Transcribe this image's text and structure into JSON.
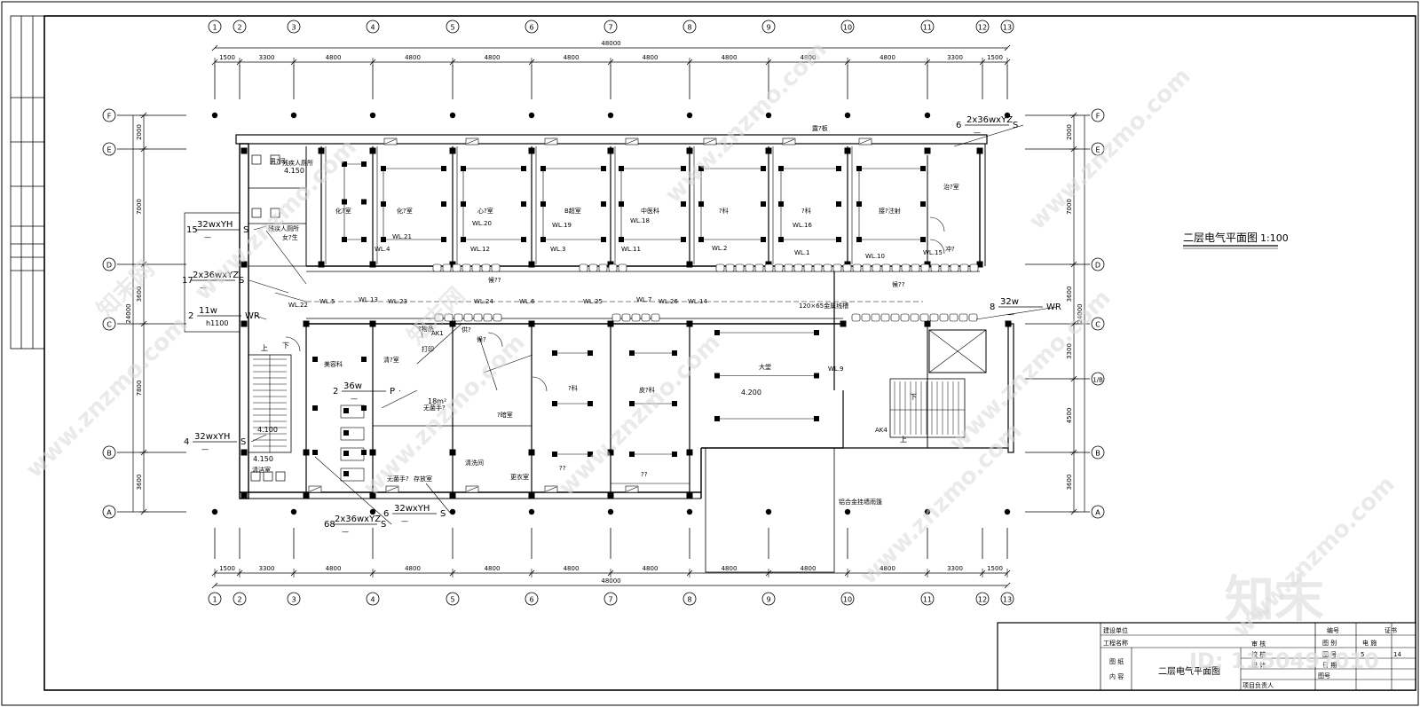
{
  "drawing": {
    "title": "二层电气平面图",
    "scale": "1:100",
    "total_dim": "48000"
  },
  "grid": {
    "columns": [
      "1",
      "2",
      "3",
      "4",
      "5",
      "6",
      "7",
      "8",
      "9",
      "10",
      "11",
      "12",
      "13"
    ],
    "rows": [
      "F",
      "E",
      "D",
      "C",
      "1/B",
      "B",
      "A"
    ],
    "row_labels_left": [
      "F",
      "E",
      "D",
      "C",
      "B",
      "A"
    ],
    "column_spans": [
      "1500",
      "3300",
      "4800",
      "4800",
      "4800",
      "4800",
      "4800",
      "4800",
      "4800",
      "4800",
      "3300",
      "1500"
    ],
    "left_spans": [
      "2000",
      "7000",
      "3600",
      "7800",
      "3600"
    ],
    "left_total": "24000",
    "right_spans": [
      "2000",
      "7000",
      "3600",
      "3300",
      "4500",
      "3600"
    ],
    "right_total": "24000",
    "bottom_extra_spans": [
      "4800",
      "4800"
    ]
  },
  "rooms": {
    "r1": "化?室",
    "r2": "化?室",
    "r3": "心?室",
    "r4": "B超室",
    "r5": "中医科",
    "r6": "?科",
    "r7": "?科",
    "r8": "接?注射",
    "r9": "治?室",
    "r10": "冲?",
    "r11": "候??",
    "r12": "候??",
    "r13": "美容科",
    "r14": "?科",
    "r15": "皮?科",
    "r16": "大堂",
    "r17": "男?间",
    "r18": "女?生",
    "r19": "清洁室",
    "r20": "无菌手?",
    "r21": "清洗间",
    "r22": "更衣室",
    "r23": "??",
    "r24": "??",
    "r25": "?物品",
    "r26": "?暗室",
    "r27": "候?",
    "r28": "打印",
    "r29": "供?",
    "r30": "无菌手?",
    "r31": "存放室",
    "r32": "残疾人厕所",
    "r33": "残疾人厕所",
    "r34": "清?室",
    "r35": "露?板"
  },
  "annotations": {
    "a1": {
      "count": "15",
      "spec": "32wxYH",
      "sub": "—",
      "type": "S"
    },
    "a2": {
      "count": "17",
      "spec": "2x36wxYZ",
      "sub": "—",
      "type": "S"
    },
    "a3": {
      "count": "2",
      "spec": "11w",
      "sub": "h1100",
      "type": "WR"
    },
    "a4": {
      "count": "2",
      "spec": "36w",
      "sub": "—",
      "type": "P"
    },
    "a5": {
      "count": "4",
      "spec": "32wxYH",
      "sub": "—",
      "type": "S"
    },
    "a6": {
      "count": "68",
      "spec": "2x36wxYZ",
      "sub": "—",
      "type": "S"
    },
    "a7": {
      "count": "6",
      "spec": "32wxYH",
      "sub": "—",
      "type": "S"
    },
    "a8": {
      "count": "6",
      "spec": "2x36wxYZ",
      "sub": "—",
      "type": "S"
    },
    "a9": {
      "count": "8",
      "spec": "32w",
      "sub": "—",
      "type": "WR"
    }
  },
  "labels": {
    "tray": "120×65金属线槽",
    "roof": "铝合金挂墙雨篷",
    "lev1": "4.150",
    "lev2": "4.150",
    "lev3": "4.200",
    "lev4": "4.100",
    "ak1": "AK1",
    "ak4": "AK4",
    "up": "上",
    "down": "下",
    "up2": "上",
    "down2": "下",
    "area": "18m²"
  },
  "circuits": [
    "WL.21",
    "WL.20",
    "WL.19",
    "WL.18",
    "WL.2",
    "WL.16",
    "WL.4",
    "WL.12",
    "WL.3",
    "WL.11",
    "WL.1",
    "WL.10",
    "WL.15",
    "WL.22",
    "WL.5",
    "WL.13",
    "WL.23",
    "WL.24",
    "WL.6",
    "WL.25",
    "WL.7",
    "WL.26",
    "WL.14",
    "WL.9"
  ],
  "title_block": {
    "client_label": "建设单位",
    "project_label": "工程名称",
    "content_label1": "图 纸",
    "content_label2": "内 容",
    "content_value": "二层电气平面图",
    "check_label": "校 核",
    "design_label": "设 计",
    "pm_label": "项目负责人",
    "audit_label": "审 核",
    "no_label": "编号",
    "cat_label": "图 别",
    "cat_value": "电 施",
    "sheet_label": "图 号",
    "sheet_value": "5",
    "sheet_total": "14",
    "date_label": "日 期",
    "cert_label": "证书",
    "sheet_label2": "图号"
  },
  "watermarks": {
    "site": "www.znzmo.com",
    "brand_cn": "知末网",
    "logo": "知末",
    "id_text": "ID: 1150497010"
  }
}
